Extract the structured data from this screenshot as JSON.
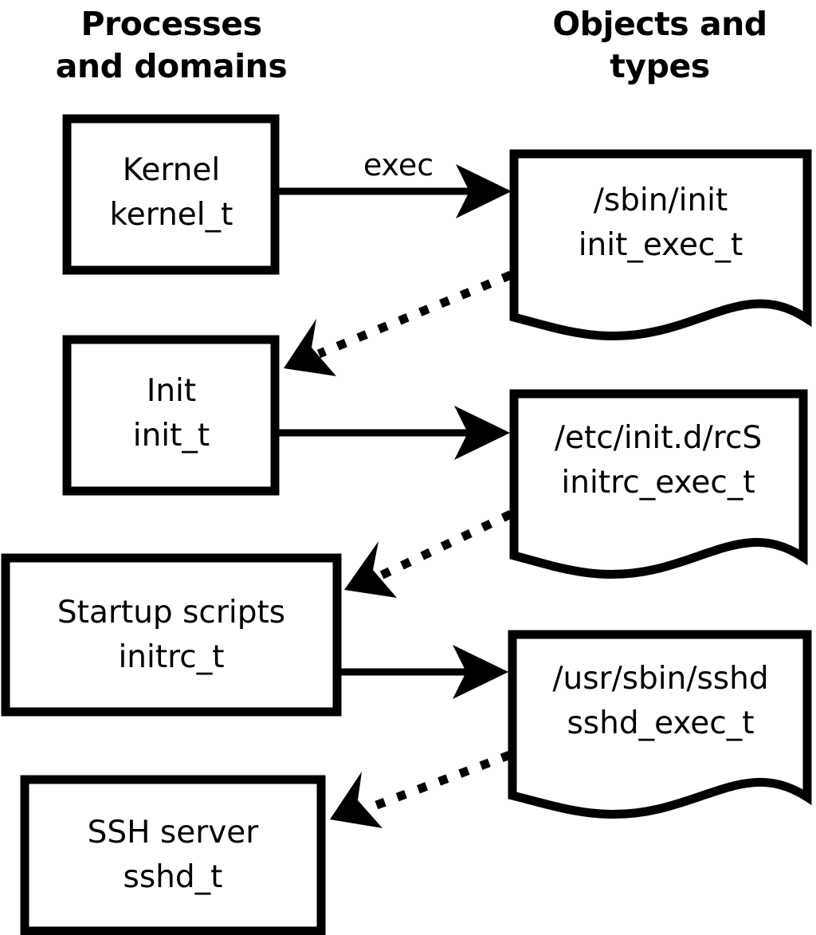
{
  "diagram": {
    "title_columns": {
      "left": {
        "line1": "Processes",
        "line2": "and domains"
      },
      "right": {
        "line1": "Objects and",
        "line2": "types"
      }
    },
    "colors": {
      "background": "#ffffff",
      "stroke": "#000000",
      "text": "#000000"
    },
    "process_nodes": [
      {
        "id": "kernel",
        "line1": "Kernel",
        "line2": "kernel_t"
      },
      {
        "id": "init",
        "line1": "Init",
        "line2": "init_t"
      },
      {
        "id": "initrc",
        "line1": "Startup scripts",
        "line2": "initrc_t"
      },
      {
        "id": "sshd",
        "line1": "SSH server",
        "line2": "sshd_t"
      }
    ],
    "object_nodes": [
      {
        "id": "init_exec",
        "line1": "/sbin/init",
        "line2": "init_exec_t"
      },
      {
        "id": "initrc_exec",
        "line1": "/etc/init.d/rcS",
        "line2": "initrc_exec_t"
      },
      {
        "id": "sshd_exec",
        "line1": "/usr/sbin/sshd",
        "line2": "sshd_exec_t"
      }
    ],
    "edges": [
      {
        "id": "kernel-to-init-exec",
        "style": "solid",
        "label": "exec",
        "from": "kernel",
        "to": "init_exec"
      },
      {
        "id": "init-exec-to-init",
        "style": "dotted",
        "label": "",
        "from": "init_exec",
        "to": "init"
      },
      {
        "id": "init-to-initrc-exec",
        "style": "solid",
        "label": "",
        "from": "init",
        "to": "initrc_exec"
      },
      {
        "id": "initrc-exec-to-initrc",
        "style": "dotted",
        "label": "",
        "from": "initrc_exec",
        "to": "initrc"
      },
      {
        "id": "initrc-to-sshd-exec",
        "style": "solid",
        "label": "",
        "from": "initrc",
        "to": "sshd_exec"
      },
      {
        "id": "sshd-exec-to-sshd",
        "style": "dotted",
        "label": "",
        "from": "sshd_exec",
        "to": "sshd"
      }
    ]
  }
}
